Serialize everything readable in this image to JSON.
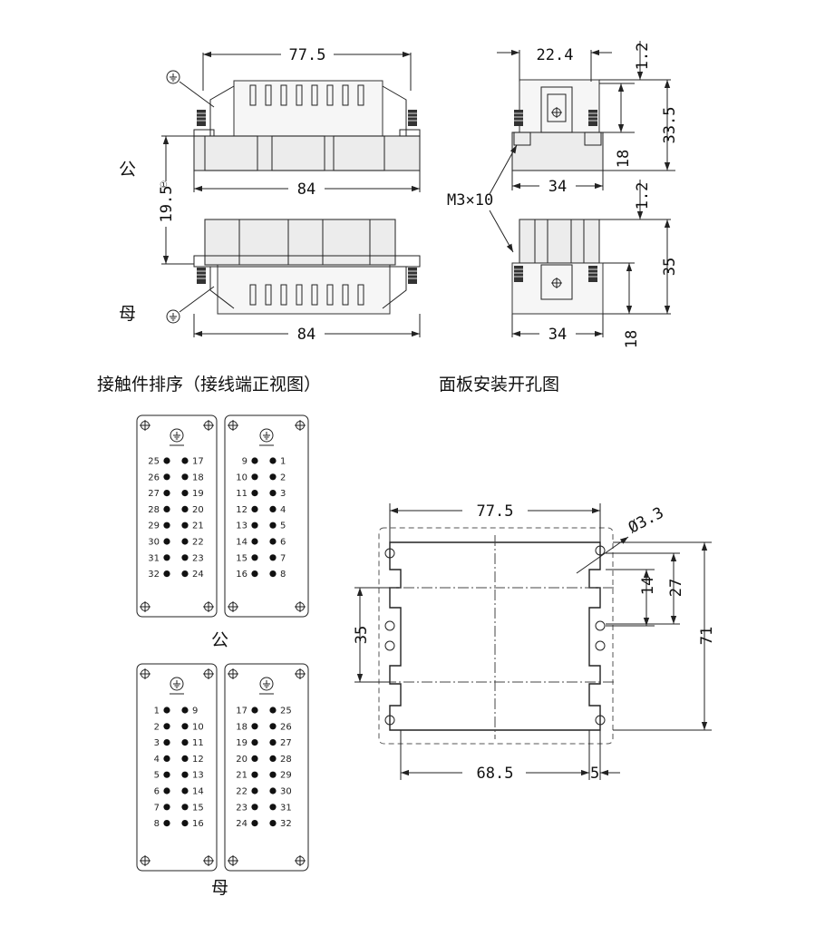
{
  "labels": {
    "male": "公",
    "female": "母",
    "caption_contacts": "接触件排序（接线端正视图）",
    "caption_panel": "面板安装开孔图"
  },
  "side_view": {
    "width_top": "77.5",
    "width_male": "84",
    "width_female": "84",
    "gap": "19.5",
    "gap_note": "①"
  },
  "end_view": {
    "width_top": "22.4",
    "width_male": "34",
    "width_female": "34",
    "offset_male": "1.2",
    "offset_female": "1.2",
    "height_male_total": "33.5",
    "height_male_low": "18",
    "height_female_total": "35",
    "height_female_low": "18",
    "screw": "M3×10"
  },
  "cutout": {
    "width_top": "77.5",
    "width_bottom": "68.5",
    "offset": "5",
    "hole": "Ø3.3",
    "h14": "14",
    "h27": "27",
    "h71": "71",
    "h35": "35"
  },
  "pins_male": {
    "left_col_a": [
      "25",
      "26",
      "27",
      "28",
      "29",
      "30",
      "31",
      "32"
    ],
    "left_col_b": [
      "17",
      "18",
      "19",
      "20",
      "21",
      "22",
      "23",
      "24"
    ],
    "right_col_a": [
      "9",
      "10",
      "11",
      "12",
      "13",
      "14",
      "15",
      "16"
    ],
    "right_col_b": [
      "1",
      "2",
      "3",
      "4",
      "5",
      "6",
      "7",
      "8"
    ]
  },
  "pins_female": {
    "left_col_a": [
      "1",
      "2",
      "3",
      "4",
      "5",
      "6",
      "7",
      "8"
    ],
    "left_col_b": [
      "9",
      "10",
      "11",
      "12",
      "13",
      "14",
      "15",
      "16"
    ],
    "right_col_a": [
      "17",
      "18",
      "19",
      "20",
      "21",
      "22",
      "23",
      "24"
    ],
    "right_col_b": [
      "25",
      "26",
      "27",
      "28",
      "29",
      "30",
      "31",
      "32"
    ]
  },
  "icons": [
    "ground-icon",
    "mounting-screw-icon",
    "pin-dot-icon"
  ]
}
